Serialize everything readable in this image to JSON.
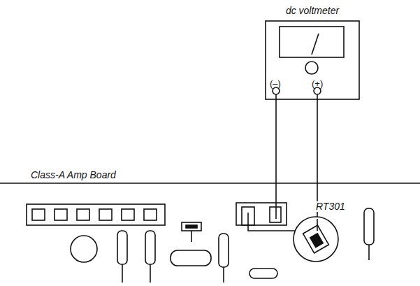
{
  "diagram": {
    "nodes": [
      {
        "text": [
          "dc voltmeter",
          "(–)",
          "(+)"
        ]
      }
    ],
    "labels": [
      "Class-A Amp Board",
      "RT301"
    ]
  }
}
